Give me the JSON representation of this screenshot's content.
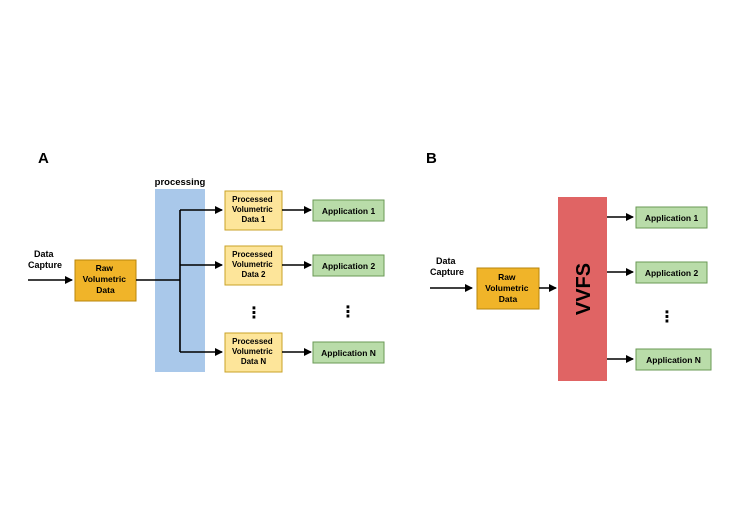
{
  "panel_a": {
    "label": "A",
    "input": {
      "line1": "Data",
      "line2": "Capture"
    },
    "raw": {
      "line1": "Raw",
      "line2": "Volumetric",
      "line3": "Data"
    },
    "processing_label": "processing",
    "processed": [
      {
        "line1": "Processed",
        "line2": "Volumetric",
        "line3": "Data 1"
      },
      {
        "line1": "Processed",
        "line2": "Volumetric",
        "line3": "Data 2"
      },
      {
        "line1": "Processed",
        "line2": "Volumetric",
        "line3": "Data N"
      }
    ],
    "applications": [
      "Application 1",
      "Application 2",
      "Application N"
    ],
    "ellipsis": "⋮"
  },
  "panel_b": {
    "label": "B",
    "input": {
      "line1": "Data",
      "line2": "Capture"
    },
    "raw": {
      "line1": "Raw",
      "line2": "Volumetric",
      "line3": "Data"
    },
    "vvfs_label": "VVFS",
    "applications": [
      "Application 1",
      "Application 2",
      "Application N"
    ],
    "ellipsis": "⋮"
  },
  "colors": {
    "raw_fill": "#f0b429",
    "raw_stroke": "#b8860b",
    "processed_fill": "#fde59a",
    "processed_stroke": "#c9a227",
    "application_fill": "#b9dca9",
    "application_stroke": "#6a9a55",
    "processing_fill": "#a9c8ea",
    "vvfs_fill": "#e06464"
  }
}
